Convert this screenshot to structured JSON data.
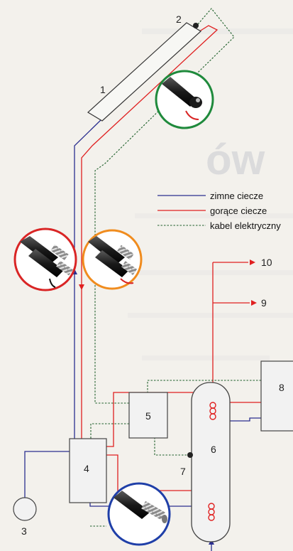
{
  "diagram": {
    "components": {
      "c1": "1",
      "c2": "2",
      "c3": "3",
      "c4": "4",
      "c5": "5",
      "c6": "6",
      "c7": "7",
      "c8": "8",
      "c9": "9",
      "c10": "10"
    },
    "legend": {
      "cold": "zimne ciecze",
      "hot": "gorące ciecze",
      "cable": "kabel elektryczny"
    },
    "colors": {
      "cold": "#2b2f8f",
      "hot": "#e02020",
      "cable": "#1e5f2a",
      "circle_green": "#1f8a3c",
      "circle_red": "#d92525",
      "circle_orange": "#f08c1e",
      "circle_blue": "#1f3fa8"
    }
  }
}
